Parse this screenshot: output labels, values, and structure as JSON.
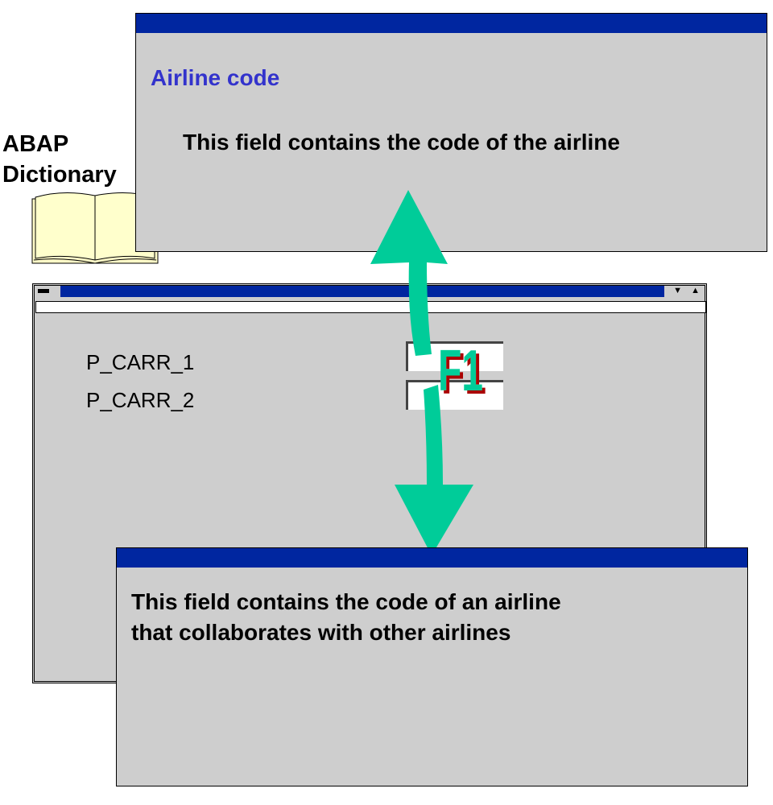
{
  "label": {
    "line1": "ABAP",
    "line2": "Dictionary"
  },
  "documentation_window": {
    "title": "Airline code",
    "text": "This field contains the code of the airline"
  },
  "selection_screen": {
    "fields": [
      {
        "label": "P_CARR_1",
        "value": ""
      },
      {
        "label": "P_CARR_2",
        "value": ""
      }
    ]
  },
  "help_key": "F1",
  "parameter_doc_window": {
    "line1": "This field contains the code of an airline",
    "line2": "that collaborates with other airlines"
  },
  "colors": {
    "title_bar": "#0026a0",
    "arrow": "#00cc99",
    "shadow": "#aa0000",
    "window_bg": "#cecece"
  }
}
